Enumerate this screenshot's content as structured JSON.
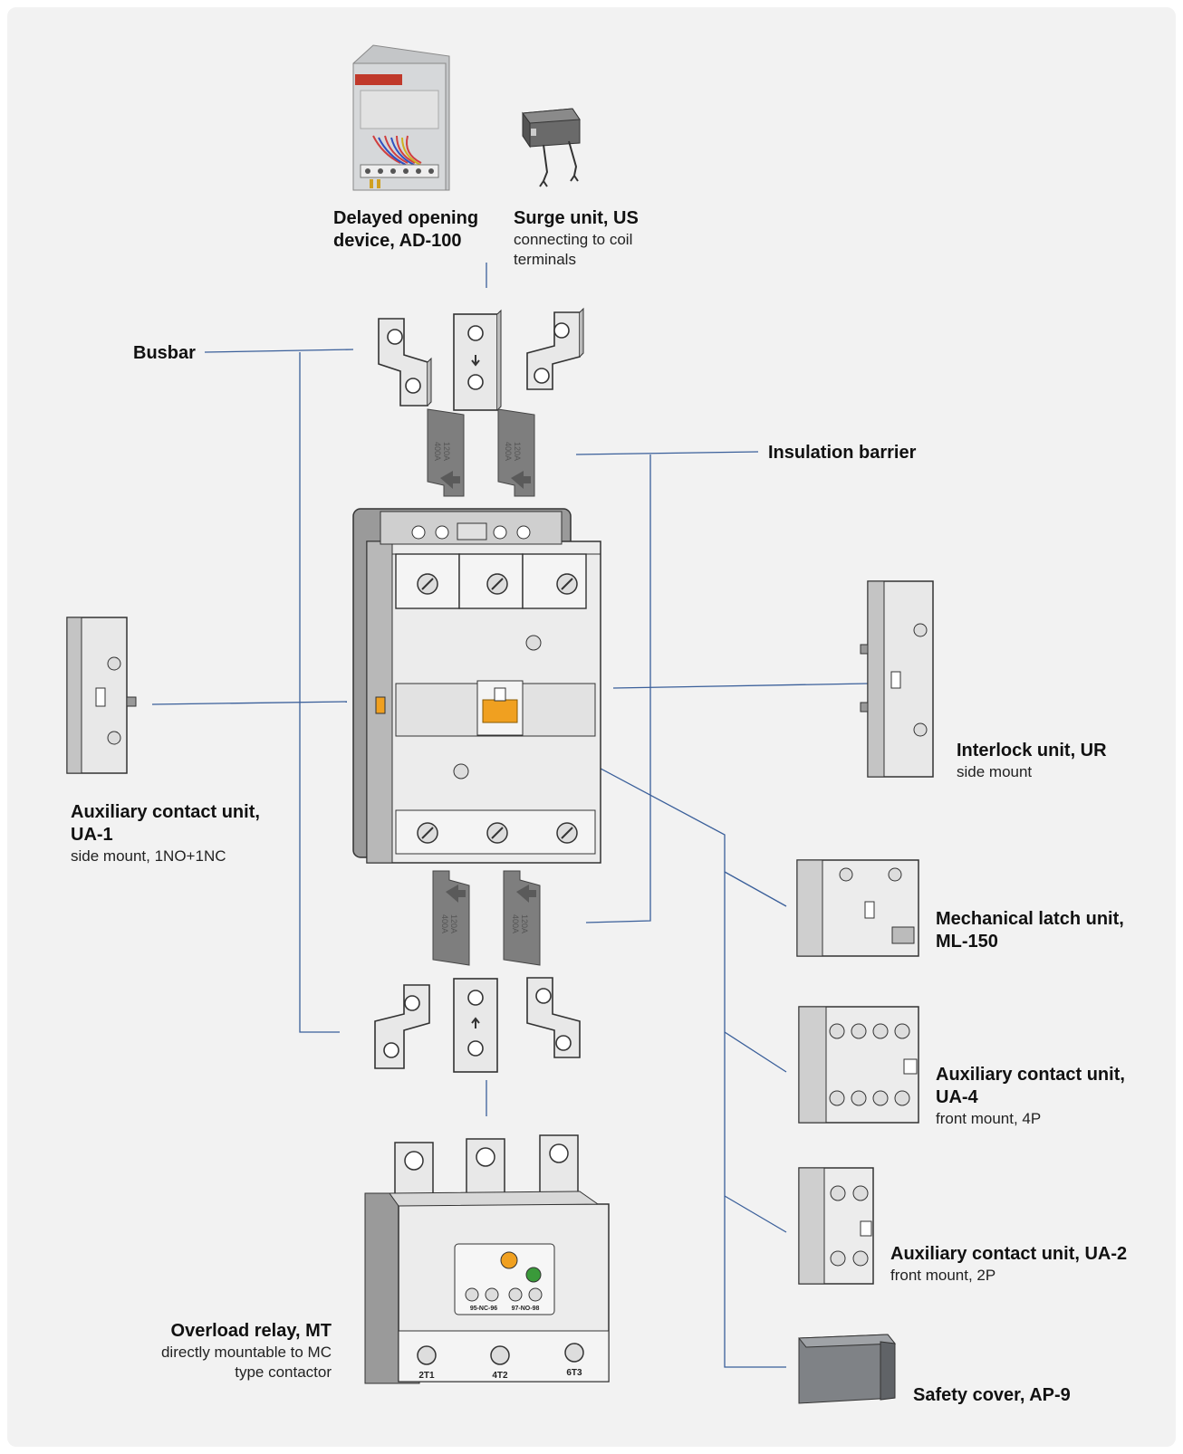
{
  "colors": {
    "panel_bg": "#f2f2f2",
    "leader_line": "#3a5f9a",
    "part_body": "#e9e9e9",
    "part_dark": "#8c8c8c",
    "barrier": "#7e7e7e",
    "accent_orange": "#f0a020",
    "accent_green": "#3a9a3a"
  },
  "labels": {
    "delayed_opening": {
      "title": "Delayed opening\ndevice, AD-100"
    },
    "surge_unit": {
      "title": "Surge unit, US",
      "sub": "connecting to coil\nterminals"
    },
    "busbar": {
      "title": "Busbar"
    },
    "insulation_barrier": {
      "title": "Insulation barrier"
    },
    "aux_ua1": {
      "title": "Auxiliary contact unit,\nUA-1",
      "sub": "side mount, 1NO+1NC"
    },
    "interlock": {
      "title": "Interlock unit, UR",
      "sub": "side mount"
    },
    "mech_latch": {
      "title": "Mechanical latch unit,\nML-150"
    },
    "aux_ua4": {
      "title": "Auxiliary contact unit,\nUA-4",
      "sub": "front mount, 4P"
    },
    "aux_ua2": {
      "title": "Auxiliary contact unit, UA-2",
      "sub": "front mount, 2P"
    },
    "safety_cover": {
      "title": "Safety cover, AP-9"
    },
    "overload_relay": {
      "title": "Overload relay, MT",
      "sub": "directly mountable to MC\ntype contactor"
    }
  },
  "relay_terminals": [
    "2T1",
    "4T2",
    "6T3"
  ],
  "relay_contacts": [
    "95-NC-96",
    "97-NO-98"
  ],
  "barrier_text": "120A\n400A"
}
